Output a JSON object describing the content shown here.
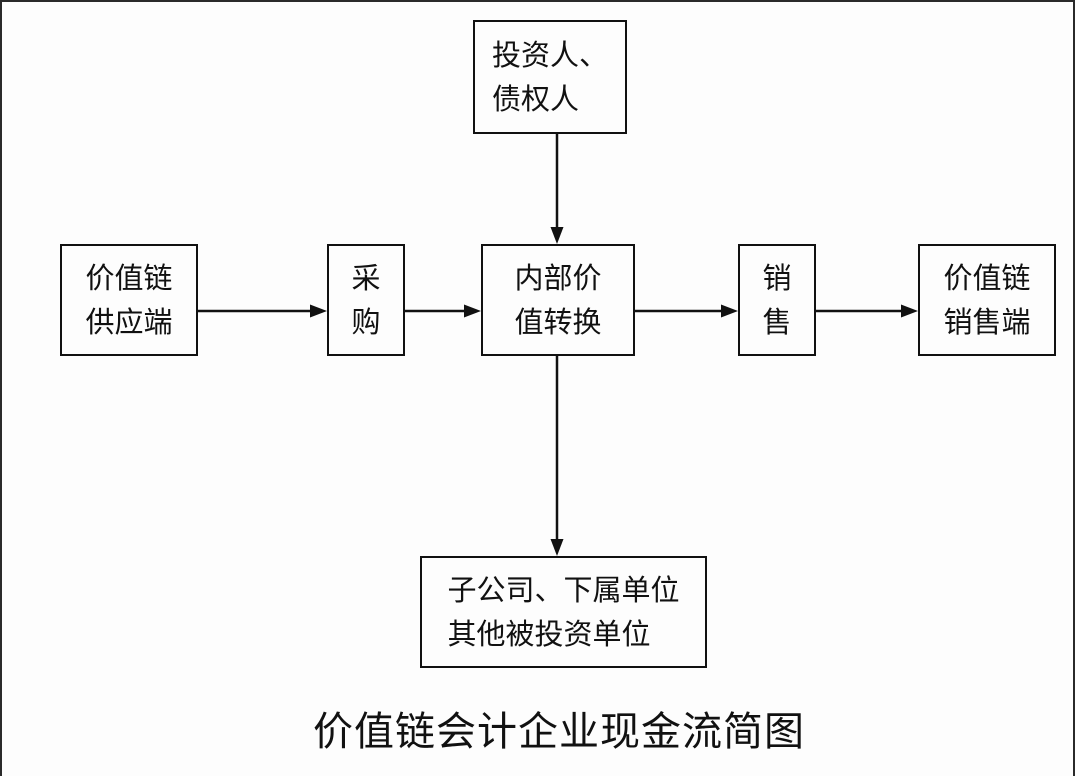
{
  "colors": {
    "line": "#111111",
    "background": "#fdfdfd",
    "frame": "#2a2a2a"
  },
  "nodes": {
    "investors": {
      "lines": [
        "投资人、",
        "债权人"
      ]
    },
    "supply_end": {
      "lines": [
        "价值链",
        "供应端"
      ]
    },
    "procurement": {
      "lines": [
        "采",
        "购"
      ]
    },
    "internal": {
      "lines": [
        "内部价",
        "值转换"
      ]
    },
    "sales": {
      "lines": [
        "销",
        "售"
      ]
    },
    "sales_end": {
      "lines": [
        "价值链",
        "销售端"
      ]
    },
    "subsidiaries": {
      "lines": [
        "子公司、下属单位",
        "其他被投资单位"
      ]
    }
  },
  "title": "价值链会计企业现金流简图"
}
